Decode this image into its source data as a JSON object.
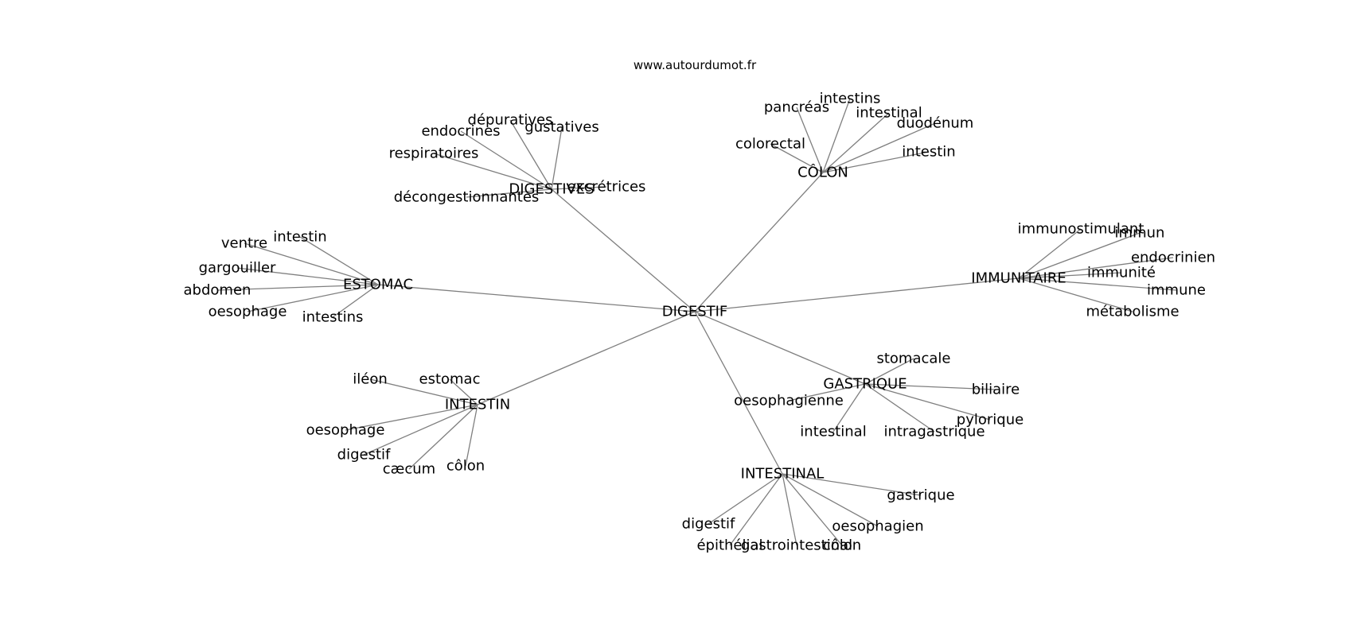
{
  "source": "www.autourdumot.fr",
  "colors": {
    "edge": "#7f7f7f",
    "text": "#000000",
    "background": "#ffffff"
  },
  "graph": {
    "center": "DIGESTIF",
    "clusters": [
      {
        "hub": "DIGESTIVES",
        "leaves": [
          "dépuratives",
          "gustatives",
          "endocrines",
          "respiratoires",
          "excrétrices",
          "décongestionnantes"
        ]
      },
      {
        "hub": "CÔLON",
        "leaves": [
          "intestins",
          "pancréas",
          "intestinal",
          "duodénum",
          "colorectal",
          "intestin"
        ]
      },
      {
        "hub": "ESTOMAC",
        "leaves": [
          "intestin",
          "ventre",
          "gargouiller",
          "abdomen",
          "oesophage",
          "intestins"
        ]
      },
      {
        "hub": "IMMUNITAIRE",
        "leaves": [
          "immunostimulant",
          "immun",
          "endocrinien",
          "immunité",
          "immune",
          "métabolisme"
        ]
      },
      {
        "hub": "GASTRIQUE",
        "leaves": [
          "stomacale",
          "biliaire",
          "oesophagienne",
          "pylorique",
          "intestinal",
          "intragastrique"
        ]
      },
      {
        "hub": "INTESTIN",
        "leaves": [
          "iléon",
          "estomac",
          "oesophage",
          "digestif",
          "cæcum",
          "côlon"
        ]
      },
      {
        "hub": "INTESTINAL",
        "leaves": [
          "gastrique",
          "oesophagien",
          "digestif",
          "épithélial",
          "gastrointestinal",
          "côlon"
        ]
      }
    ]
  }
}
